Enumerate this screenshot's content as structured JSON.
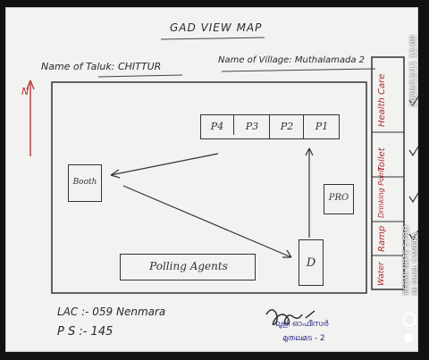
{
  "title": "GAD VIEW MAP",
  "taluk": "Name of Taluk: CHITTUR",
  "village": "Name of Village: Muthalamada 2",
  "north_label": "N",
  "booth": "Booth",
  "rooms": [
    "P4",
    "P3",
    "P2",
    "P1"
  ],
  "pro": "PRO",
  "door": "D",
  "polling_agents": "Polling Agents",
  "facilities": [
    "Health Care",
    "Toilet",
    "Drinking Point",
    "Ramp",
    "Water"
  ],
  "lac": "LAC :- 059 Nenmara",
  "ps": "P S :- 145",
  "stamp": [
    "ലൂളി ഓഫീസർ",
    "മുതലമട - 2"
  ],
  "watermark": [
    "REDMI NOTE 5 PRO",
    "MI DUAL CAMERA"
  ],
  "timestamp": "2020/12/11 12:00",
  "colors": {
    "ink": "#2a2a2a",
    "red_ink": "#b02a2a",
    "stamp_ink": "#2b2a8c",
    "paper": "#f2f2f0"
  }
}
